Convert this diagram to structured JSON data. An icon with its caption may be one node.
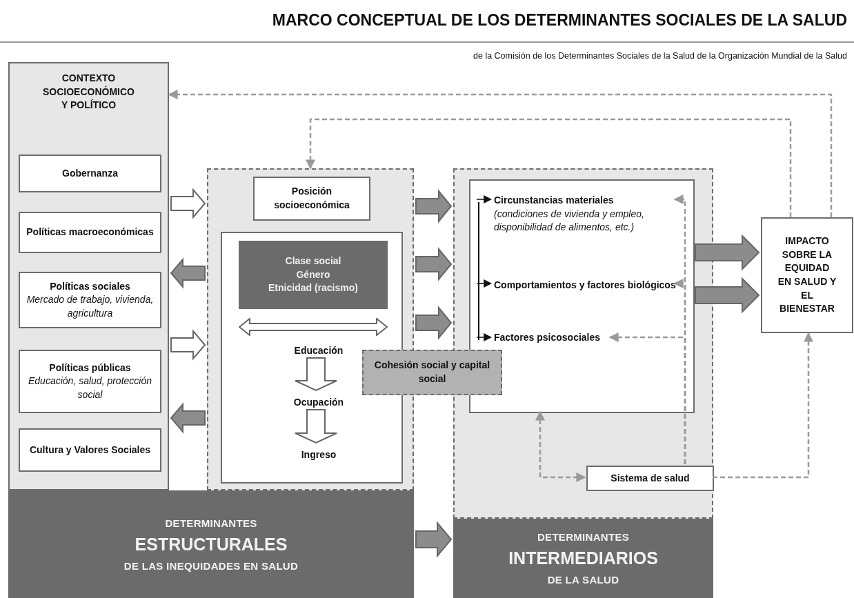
{
  "diagram": {
    "title": "MARCO CONCEPTUAL DE LOS DETERMINANTES SOCIALES DE LA SALUD",
    "nodes": [
      {
        "text": [
          "CONTEXTO SOCIOECONÓMICO Y POLÍTICO"
        ]
      },
      {
        "text": [
          "Gobernanza"
        ],
        "in": 0
      },
      {
        "text": [
          "Políticas macroeconómicas"
        ],
        "in": 0
      },
      {
        "text": [
          "Políticas sociales",
          "Mercado de trabajo, vivienda, agricultura"
        ],
        "in": 0
      },
      {
        "text": [
          "Políticas públicas",
          "Educación, salud, protección social"
        ],
        "in": 0
      },
      {
        "text": [
          "Cultura y Valores Sociales"
        ],
        "in": 0
      },
      {
        "text": [],
        "shape": "box"
      },
      {
        "text": [
          "Posición socioeconómica"
        ],
        "in": 6
      },
      {
        "text": [],
        "shape": "box",
        "in": 6
      },
      {
        "text": [
          "Clase social",
          "Género",
          "Etnicidad (racismo)"
        ],
        "in": 8
      },
      {
        "text": [
          "Educación"
        ],
        "in": 8
      },
      {
        "text": [
          "Ocupación"
        ],
        "in": 8
      },
      {
        "text": [
          "Ingreso"
        ],
        "in": 8
      },
      {
        "text": [],
        "shape": "box"
      },
      {
        "text": [],
        "shape": "box",
        "in": 13
      },
      {
        "text": [
          "Circunstancias materiales",
          "(condiciones de vivienda y empleo, disponibilidad de alimentos, etc.)"
        ],
        "in": 14
      },
      {
        "text": [
          "Comportamientos y factores biológicos"
        ],
        "in": 14
      },
      {
        "text": [
          "Factores psicosociales"
        ],
        "in": 14
      },
      {
        "text": [
          "Cohesión social y capital social"
        ]
      },
      {
        "text": [
          "Sistema de salud"
        ],
        "in": 13
      },
      {
        "text": [
          "IMPACTO SOBRE LA EQUIDAD EN SALUD Y EL BIENESTAR"
        ]
      },
      {
        "text": [
          "DETERMINANTES",
          "ESTRUCTURALES",
          "DE LAS INEQUIDADES EN SALUD"
        ]
      },
      {
        "text": [
          "DETERMINANTES",
          "INTERMEDIARIOS",
          "DE LA SALUD"
        ]
      },
      {
        "text": [],
        "shape": "bar",
        "in": 14
      }
    ],
    "edges": [
      {
        "from": 0,
        "to": 6,
        "arrow": "to",
        "style": "thick",
        "color": "#ffffff"
      },
      {
        "from": 6,
        "to": 0,
        "arrow": "to",
        "style": "thick"
      },
      {
        "from": 0,
        "to": 6,
        "arrow": "to",
        "style": "thick",
        "color": "#ffffff"
      },
      {
        "from": 6,
        "to": 0,
        "arrow": "to",
        "style": "thick"
      },
      {
        "from": 6,
        "to": 13,
        "arrow": "to",
        "style": "thick"
      },
      {
        "from": 6,
        "to": 13,
        "arrow": "to",
        "style": "thick"
      },
      {
        "from": 6,
        "to": 13,
        "arrow": "to",
        "style": "thick"
      },
      {
        "from": 14,
        "to": 20,
        "arrow": "to",
        "style": "thick"
      },
      {
        "from": 14,
        "to": 20,
        "arrow": "to",
        "style": "thick"
      },
      {
        "from": 21,
        "to": 22,
        "arrow": "to",
        "style": "thick"
      },
      {
        "from": 10,
        "to": 11,
        "arrow": "to",
        "style": "thick",
        "color": "#ffffff"
      },
      {
        "from": 11,
        "to": 12,
        "arrow": "to",
        "style": "thick",
        "color": "#ffffff"
      },
      {
        "from": 20,
        "to": 0,
        "arrow": "to",
        "style": "dashed"
      },
      {
        "from": 20,
        "to": 6,
        "arrow": "to",
        "style": "dashed"
      },
      {
        "from": 19,
        "to": 15,
        "arrow": "to",
        "style": "dashed"
      },
      {
        "from": 19,
        "to": 16,
        "arrow": "to",
        "style": "dashed"
      },
      {
        "from": 19,
        "to": 17,
        "arrow": "to",
        "style": "dashed"
      },
      {
        "from": 14,
        "to": 19,
        "arrow": "both",
        "style": "dashed"
      },
      {
        "from": 19,
        "to": 20,
        "arrow": "to",
        "style": "dashed"
      },
      {
        "from": 23,
        "to": 15,
        "arrow": "to",
        "color": "#111111"
      },
      {
        "from": 23,
        "to": 16,
        "arrow": "to",
        "color": "#111111"
      },
      {
        "from": 23,
        "to": 17,
        "arrow": "to",
        "color": "#111111"
      }
    ],
    "labels": [
      "de la Comisión de los Determinantes Sociales de la Salud de la Organización Mundial de la Salud"
    ]
  }
}
